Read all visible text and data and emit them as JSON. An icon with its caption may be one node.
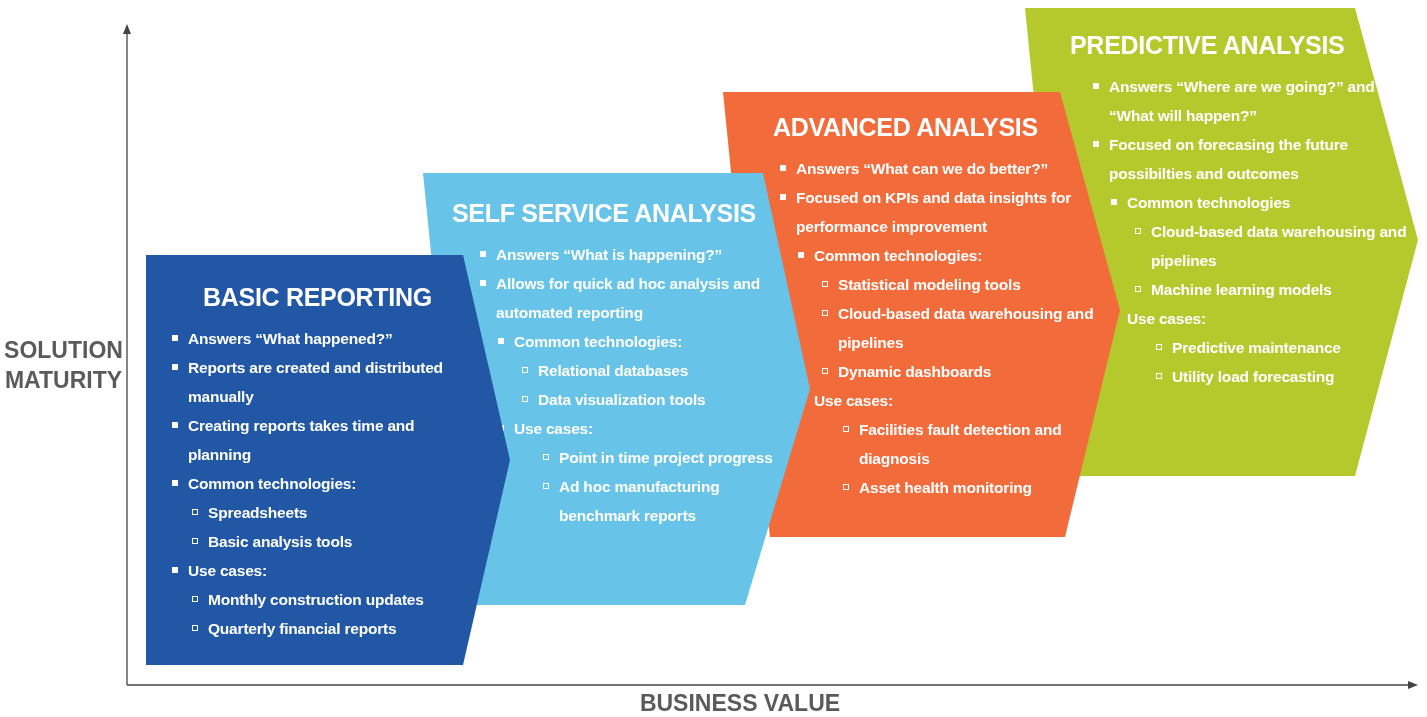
{
  "diagram": {
    "nodes": [
      {
        "text": [
          "BASIC REPORTING",
          "Answers “What happened?”",
          "Reports are created and distributed manually",
          "Creating reports takes time and planning",
          "Common technologies:",
          "Spreadsheets",
          "Basic analysis tools",
          "Use cases:",
          "Monthly construction updates",
          "Quarterly financial reports"
        ]
      },
      {
        "text": [
          "SELF SERVICE ANALYSIS",
          "Answers “What is happening?”",
          "Allows for quick ad hoc analysis and automated reporting",
          "Common technologies:",
          "Relational databases",
          "Data visualization tools",
          "Use cases:",
          "Point in time project progress",
          "Ad hoc manufacturing benchmark reports"
        ]
      },
      {
        "text": [
          "ADVANCED ANALYSIS",
          "Answers “What can we do better?”",
          "Focused on KPIs and data insights for performance improvement",
          "Common technologies:",
          "Statistical modeling tools",
          "Cloud-based data warehousing and pipelines",
          "Dynamic dashboards",
          "Use cases:",
          "Facilities fault detection and diagnosis",
          "Asset health monitoring"
        ]
      },
      {
        "text": [
          "PREDICTIVE ANALYSIS",
          "Answers “Where are we going?” and “What will happen?”",
          "Focused on forecasing the future possibilties and outcomes",
          "Common technologies",
          "Cloud-based data warehousing and pipelines",
          "Machine learning models",
          "Use cases:",
          "Predictive maintenance",
          "Utility load forecasting"
        ]
      }
    ],
    "edges": [],
    "labels": [
      "SOLUTION MATURITY",
      "BUSINESS VALUE"
    ]
  }
}
